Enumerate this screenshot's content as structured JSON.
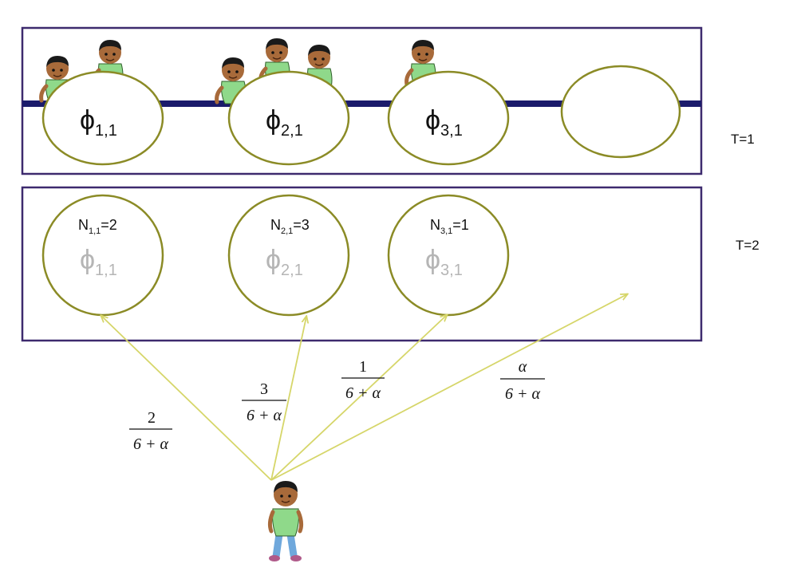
{
  "top_panel": {
    "time_label": "T=1",
    "tables": [
      {
        "phi": "ϕ",
        "sub": "1,1"
      },
      {
        "phi": "ϕ",
        "sub": "2,1"
      },
      {
        "phi": "ϕ",
        "sub": "3,1"
      },
      {
        "phi": "",
        "sub": ""
      }
    ]
  },
  "bottom_panel": {
    "time_label": "T=2",
    "tables": [
      {
        "n_main": "N",
        "n_sub": "1,1",
        "n_val": "=2",
        "phi": "ϕ",
        "sub": "1,1"
      },
      {
        "n_main": "N",
        "n_sub": "2,1",
        "n_val": "=3",
        "phi": "ϕ",
        "sub": "2,1"
      },
      {
        "n_main": "N",
        "n_sub": "3,1",
        "n_val": "=1",
        "phi": "ϕ",
        "sub": "3,1"
      }
    ]
  },
  "probabilities": [
    {
      "numerator": "2",
      "denominator": "6 + α"
    },
    {
      "numerator": "3",
      "denominator": "6 + α"
    },
    {
      "numerator": "1",
      "denominator": "6 + α"
    },
    {
      "numerator": "α",
      "denominator": "6 + α"
    }
  ],
  "colors": {
    "frame": "#3d2a6e",
    "bar": "#1b1b6b",
    "circle": "#8b8b26",
    "arrow": "#d6d66a",
    "phi_active": "#111111",
    "phi_faded": "#b5b5b5",
    "shirt": "#8fd98a",
    "skin": "#a86a3a",
    "hair": "#1a1a1a",
    "pants": "#6fa8dc"
  },
  "icons": {
    "customer": "person-icon"
  }
}
